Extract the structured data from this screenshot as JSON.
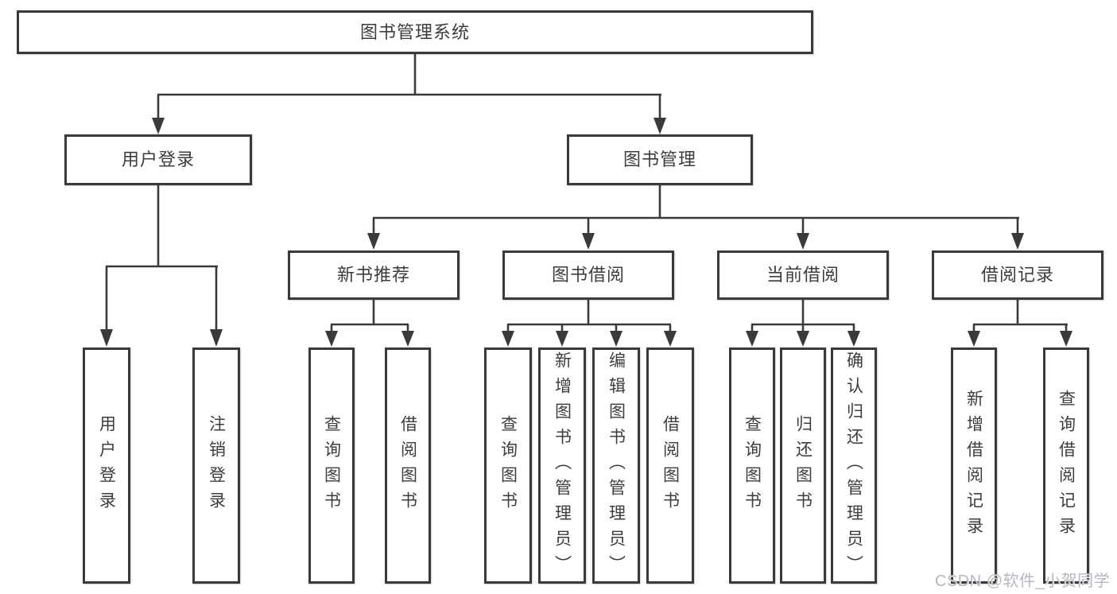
{
  "diagram": {
    "type": "tree",
    "title": "图书管理系统",
    "tree": {
      "label": "图书管理系统",
      "children": [
        {
          "label": "用户登录",
          "children": [
            {
              "label": "用户登录"
            },
            {
              "label": "注销登录"
            }
          ]
        },
        {
          "label": "图书管理",
          "children": [
            {
              "label": "新书推荐",
              "children": [
                {
                  "label": "查询图书"
                },
                {
                  "label": "借阅图书"
                }
              ]
            },
            {
              "label": "图书借阅",
              "children": [
                {
                  "label": "查询图书"
                },
                {
                  "label": "新增图书（管理员）"
                },
                {
                  "label": "编辑图书（管理员）"
                },
                {
                  "label": "借阅图书"
                }
              ]
            },
            {
              "label": "当前借阅",
              "children": [
                {
                  "label": "查询图书"
                },
                {
                  "label": "归还图书"
                },
                {
                  "label": "确认归还（管理员）"
                }
              ]
            },
            {
              "label": "借阅记录",
              "children": [
                {
                  "label": "新增借阅记录"
                },
                {
                  "label": "查询借阅记录"
                }
              ]
            }
          ]
        }
      ]
    },
    "watermark": "CSDN @软件_小贺同学",
    "colors": {
      "line": "#3a3a3a",
      "box_border": "#3a3a3a",
      "box_background": "#ffffff",
      "text": "#3d3d3d",
      "page_background": "#ffffff",
      "watermark": "#b4b8bf"
    }
  }
}
